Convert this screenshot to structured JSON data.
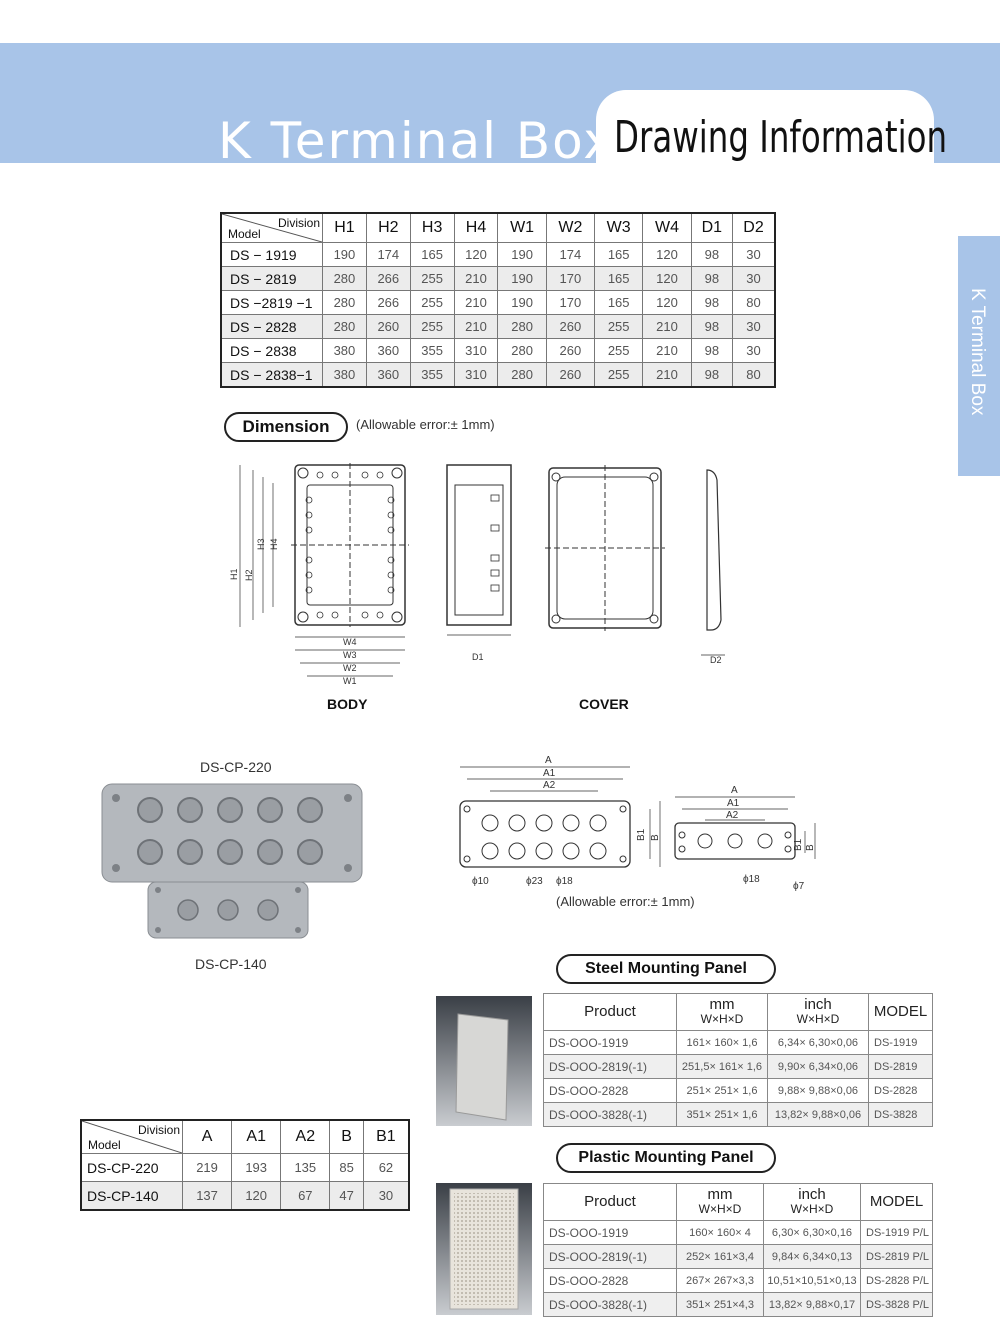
{
  "header": {
    "title": "K Terminal Box",
    "subtitle": "Drawing Information"
  },
  "side_tab": {
    "label": "K Terminal Box"
  },
  "spec_table": {
    "corner_top": "Division",
    "corner_bottom": "Model",
    "columns": [
      "H1",
      "H2",
      "H3",
      "H4",
      "W1",
      "W2",
      "W3",
      "W4",
      "D1",
      "D2"
    ],
    "rows": [
      {
        "model": "DS − 1919",
        "values": [
          "190",
          "174",
          "165",
          "120",
          "190",
          "174",
          "165",
          "120",
          "98",
          "30"
        ]
      },
      {
        "model": "DS − 2819",
        "values": [
          "280",
          "266",
          "255",
          "210",
          "190",
          "170",
          "165",
          "120",
          "98",
          "30"
        ]
      },
      {
        "model": "DS  −2819 −1",
        "values": [
          "280",
          "266",
          "255",
          "210",
          "190",
          "170",
          "165",
          "120",
          "98",
          "80"
        ]
      },
      {
        "model": "DS − 2828",
        "values": [
          "280",
          "260",
          "255",
          "210",
          "280",
          "260",
          "255",
          "210",
          "98",
          "30"
        ]
      },
      {
        "model": "DS − 2838",
        "values": [
          "380",
          "360",
          "355",
          "310",
          "280",
          "260",
          "255",
          "210",
          "98",
          "30"
        ]
      },
      {
        "model": "DS − 2838−1",
        "values": [
          "380",
          "360",
          "355",
          "310",
          "280",
          "260",
          "255",
          "210",
          "98",
          "80"
        ]
      }
    ]
  },
  "dimension": {
    "label": "Dimension",
    "note": "(Allowable error:± 1mm)"
  },
  "drawings": {
    "body_label": "BODY",
    "cover_label": "COVER",
    "dims": {
      "h1": "H1",
      "h2": "H2",
      "h3": "H3",
      "h4": "H4",
      "w1": "W1",
      "w2": "W2",
      "w3": "W3",
      "w4": "W4",
      "d1": "D1",
      "d2": "D2"
    }
  },
  "cover_plates": {
    "caption_top": "DS-CP-220",
    "caption_bottom": "DS-CP-140",
    "note": "(Allowable error:± 1mm)",
    "dims": {
      "a": "A",
      "a1": "A1",
      "a2": "A2",
      "b": "B",
      "b1": "B1",
      "phi10": "ϕ10",
      "phi23": "ϕ23",
      "phi18": "ϕ18",
      "phi18b": "ϕ18",
      "phi7": "ϕ7"
    }
  },
  "cp_table": {
    "corner_top": "Division",
    "corner_bottom": "Model",
    "columns": [
      "A",
      "A1",
      "A2",
      "B",
      "B1"
    ],
    "rows": [
      {
        "model": "DS-CP-220",
        "values": [
          "219",
          "193",
          "135",
          "85",
          "62"
        ]
      },
      {
        "model": "DS-CP-140",
        "values": [
          "137",
          "120",
          "67",
          "47",
          "30"
        ]
      }
    ]
  },
  "steel_panel": {
    "label": "Steel Mounting Panel",
    "headers": {
      "product": "Product",
      "mm": "mm",
      "mm_sub": "W×H×D",
      "inch": "inch",
      "inch_sub": "W×H×D",
      "model": "MODEL"
    },
    "rows": [
      {
        "product": "DS-OOO-1919",
        "mm": "161× 160× 1,6",
        "inch": "6,34× 6,30×0,06",
        "model": "DS-1919"
      },
      {
        "product": "DS-OOO-2819(-1)",
        "mm": "251,5× 161× 1,6",
        "inch": "9,90× 6,34×0,06",
        "model": "DS-2819"
      },
      {
        "product": "DS-OOO-2828",
        "mm": "251× 251× 1,6",
        "inch": "9,88× 9,88×0,06",
        "model": "DS-2828"
      },
      {
        "product": "DS-OOO-3828(-1)",
        "mm": "351× 251× 1,6",
        "inch": "13,82× 9,88×0,06",
        "model": "DS-3828"
      }
    ]
  },
  "plastic_panel": {
    "label": "Plastic Mounting Panel",
    "headers": {
      "product": "Product",
      "mm": "mm",
      "mm_sub": "W×H×D",
      "inch": "inch",
      "inch_sub": "W×H×D",
      "model": "MODEL"
    },
    "rows": [
      {
        "product": "DS-OOO-1919",
        "mm": "160× 160×  4",
        "inch": "6,30× 6,30×0,16",
        "model": "DS-1919 P/L"
      },
      {
        "product": "DS-OOO-2819(-1)",
        "mm": "252× 161×3,4",
        "inch": "9,84× 6,34×0,13",
        "model": "DS-2819 P/L"
      },
      {
        "product": "DS-OOO-2828",
        "mm": "267× 267×3,3",
        "inch": "10,51×10,51×0,13",
        "model": "DS-2828 P/L"
      },
      {
        "product": "DS-OOO-3828(-1)",
        "mm": "351× 251×4,3",
        "inch": "13,82× 9,88×0,17",
        "model": "DS-3828 P/L"
      }
    ]
  }
}
